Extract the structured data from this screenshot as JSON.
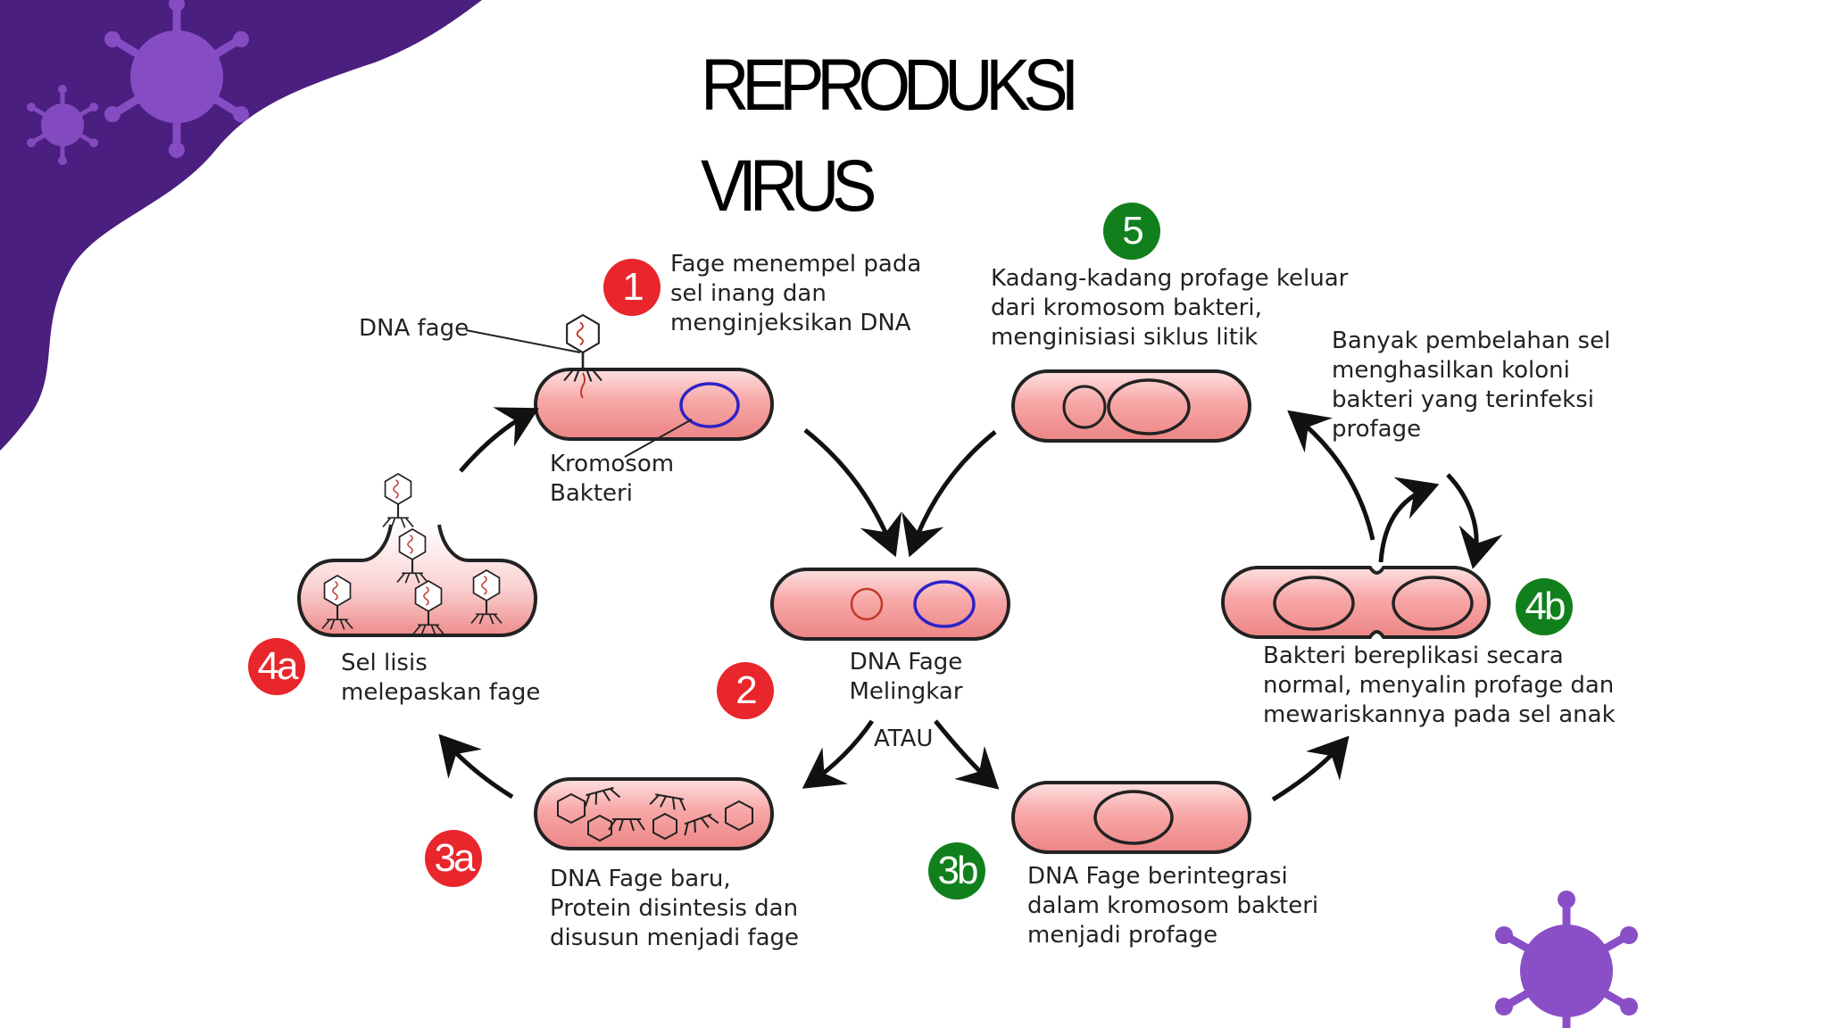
{
  "title_lines": [
    "REPRODUKSI",
    "VIRUS"
  ],
  "colors": {
    "blob": "#4a1f7f",
    "virus_decor": "#8a4fc7",
    "bacteria_fill": "#f79b9b",
    "lytic_badge": "#e8262b",
    "lysogenic_badge": "#11801c",
    "chromosome": "#2d22c8"
  },
  "steps": {
    "s1": {
      "badge": "1",
      "lines": [
        "Fage menempel pada",
        "sel inang dan",
        "menginjeksikan DNA"
      ]
    },
    "s2": {
      "badge": "2",
      "lines": [
        "DNA Fage",
        "Melingkar"
      ]
    },
    "s3a": {
      "badge": "3a",
      "lines": [
        "DNA Fage baru,",
        "Protein disintesis dan",
        "disusun menjadi fage"
      ]
    },
    "s3b": {
      "badge": "3b",
      "lines": [
        "DNA Fage berintegrasi",
        "dalam kromosom bakteri",
        "menjadi profage"
      ]
    },
    "s4a": {
      "badge": "4a",
      "lines": [
        "Sel lisis",
        "melepaskan fage"
      ]
    },
    "s4b": {
      "badge": "4b",
      "lines": [
        "Bakteri bereplikasi secara",
        "normal, menyalin profage dan",
        "mewariskannya pada sel anak"
      ]
    },
    "s5": {
      "badge": "5",
      "lines": [
        "Kadang-kadang profage keluar",
        "dari kromosom bakteri,",
        "menginisiasi siklus litik"
      ]
    }
  },
  "labels": {
    "dna_fage": "DNA fage",
    "kromosom": [
      "Kromosom",
      "Bakteri"
    ],
    "atau": "ATAU",
    "colony": [
      "Banyak pembelahan sel",
      "menghasilkan koloni",
      "bakteri yang terinfeksi",
      "profage"
    ]
  },
  "icons": [
    "virus-icon-large",
    "virus-icon-small",
    "virus-icon-bottom-right",
    "bacteriophage-icon"
  ]
}
